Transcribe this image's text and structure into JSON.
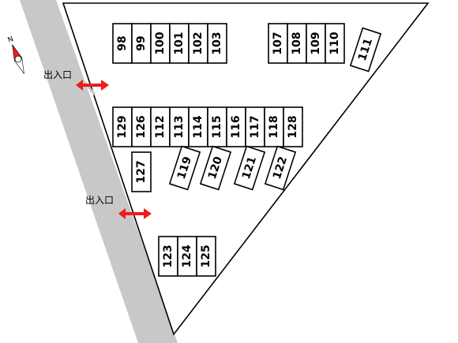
{
  "map": {
    "entrances": [
      {
        "id": "upper",
        "label": "出入口"
      },
      {
        "id": "lower",
        "label": "出入口"
      }
    ],
    "compass": {
      "north_label": "N"
    },
    "spaces": [
      "98",
      "99",
      "100",
      "101",
      "102",
      "103",
      "107",
      "108",
      "109",
      "110",
      "111",
      "129",
      "126",
      "112",
      "113",
      "114",
      "115",
      "116",
      "117",
      "118",
      "128",
      "127",
      "119",
      "120",
      "121",
      "122",
      "123",
      "124",
      "125"
    ],
    "colors": {
      "road": "#c8c8c8",
      "entrance_arrow": "#ee1c1c",
      "outline": "#000000"
    }
  }
}
